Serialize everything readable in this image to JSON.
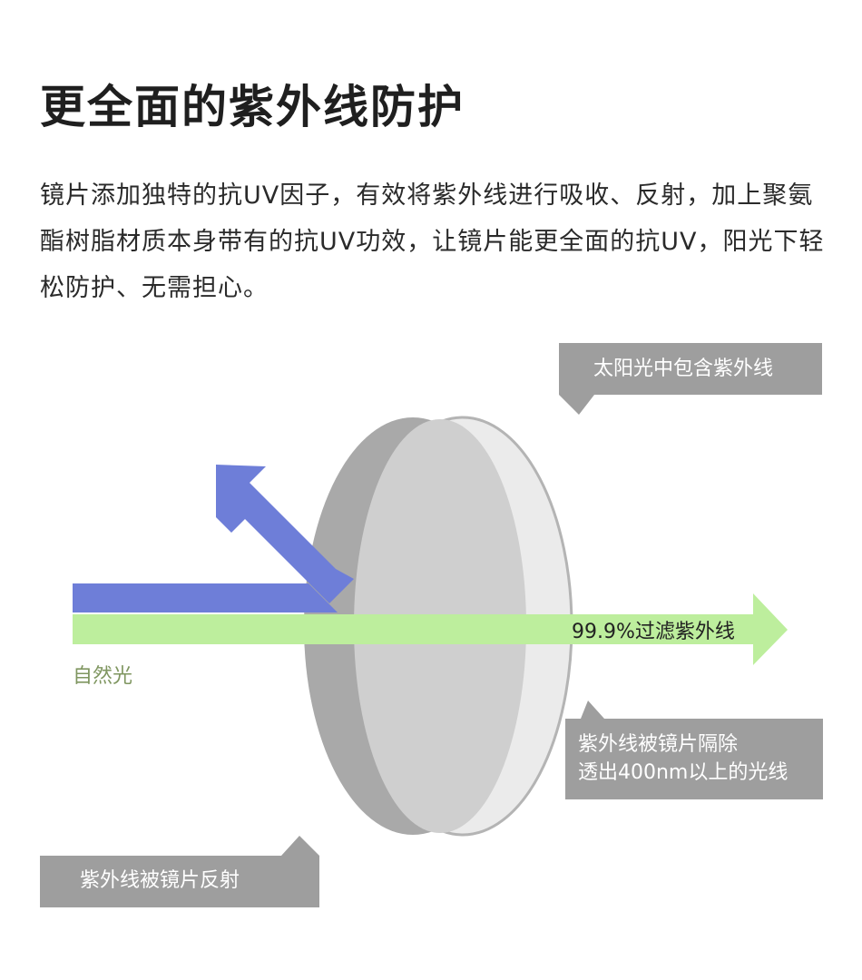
{
  "title": "更全面的紫外线防护",
  "description": "镜片添加独特的抗UV因子，有效将紫外线进行吸收、反射，加上聚氨酯树脂材质本身带有的抗UV功效，让镜片能更全面的抗UV，阳光下轻松防护、无需担心。",
  "diagram": {
    "callout_sun": "太阳光中包含紫外线",
    "filter_label": "99.9%过滤紫外线",
    "natural_light": "自然光",
    "callout_blocked_line1": "紫外线被镜片隔除",
    "callout_blocked_line2": "透出400nm以上的光线",
    "callout_reflected": "紫外线被镜片反射"
  },
  "colors": {
    "uv_beam": "#6e7ed8",
    "visible_beam": "#bdee9d",
    "lens_dark": "#a9a9a9",
    "lens_light": "#cfcfcf",
    "lens_rim": "#ebebeb",
    "callout_bg": "#9e9e9e",
    "natural_label": "#7f9660"
  }
}
